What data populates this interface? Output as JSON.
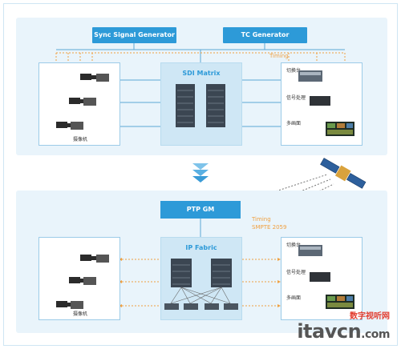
{
  "top": {
    "sync_generator": "Sync Signal Generator",
    "tc_generator": "TC Generator",
    "matrix_title": "SDI Matrix",
    "timing": "Timing",
    "camera_label": "摄像机",
    "right_labels": [
      "切换台",
      "信号处理",
      "多画面"
    ]
  },
  "bottom": {
    "ptp_gm": "PTP GM",
    "fabric_title": "IP Fabric",
    "timing_line1": "Timing",
    "timing_line2": "SMPTE 2059",
    "camera_label": "摄像机",
    "right_labels": [
      "切换台",
      "信号处理",
      "多画面"
    ]
  },
  "watermark": {
    "main": "itavcn",
    "suffix": ".com",
    "red_text": "数字视听网"
  },
  "colors": {
    "accent": "#2d9ad8",
    "panel": "#e9f4fb",
    "timing": "#f0a040"
  }
}
